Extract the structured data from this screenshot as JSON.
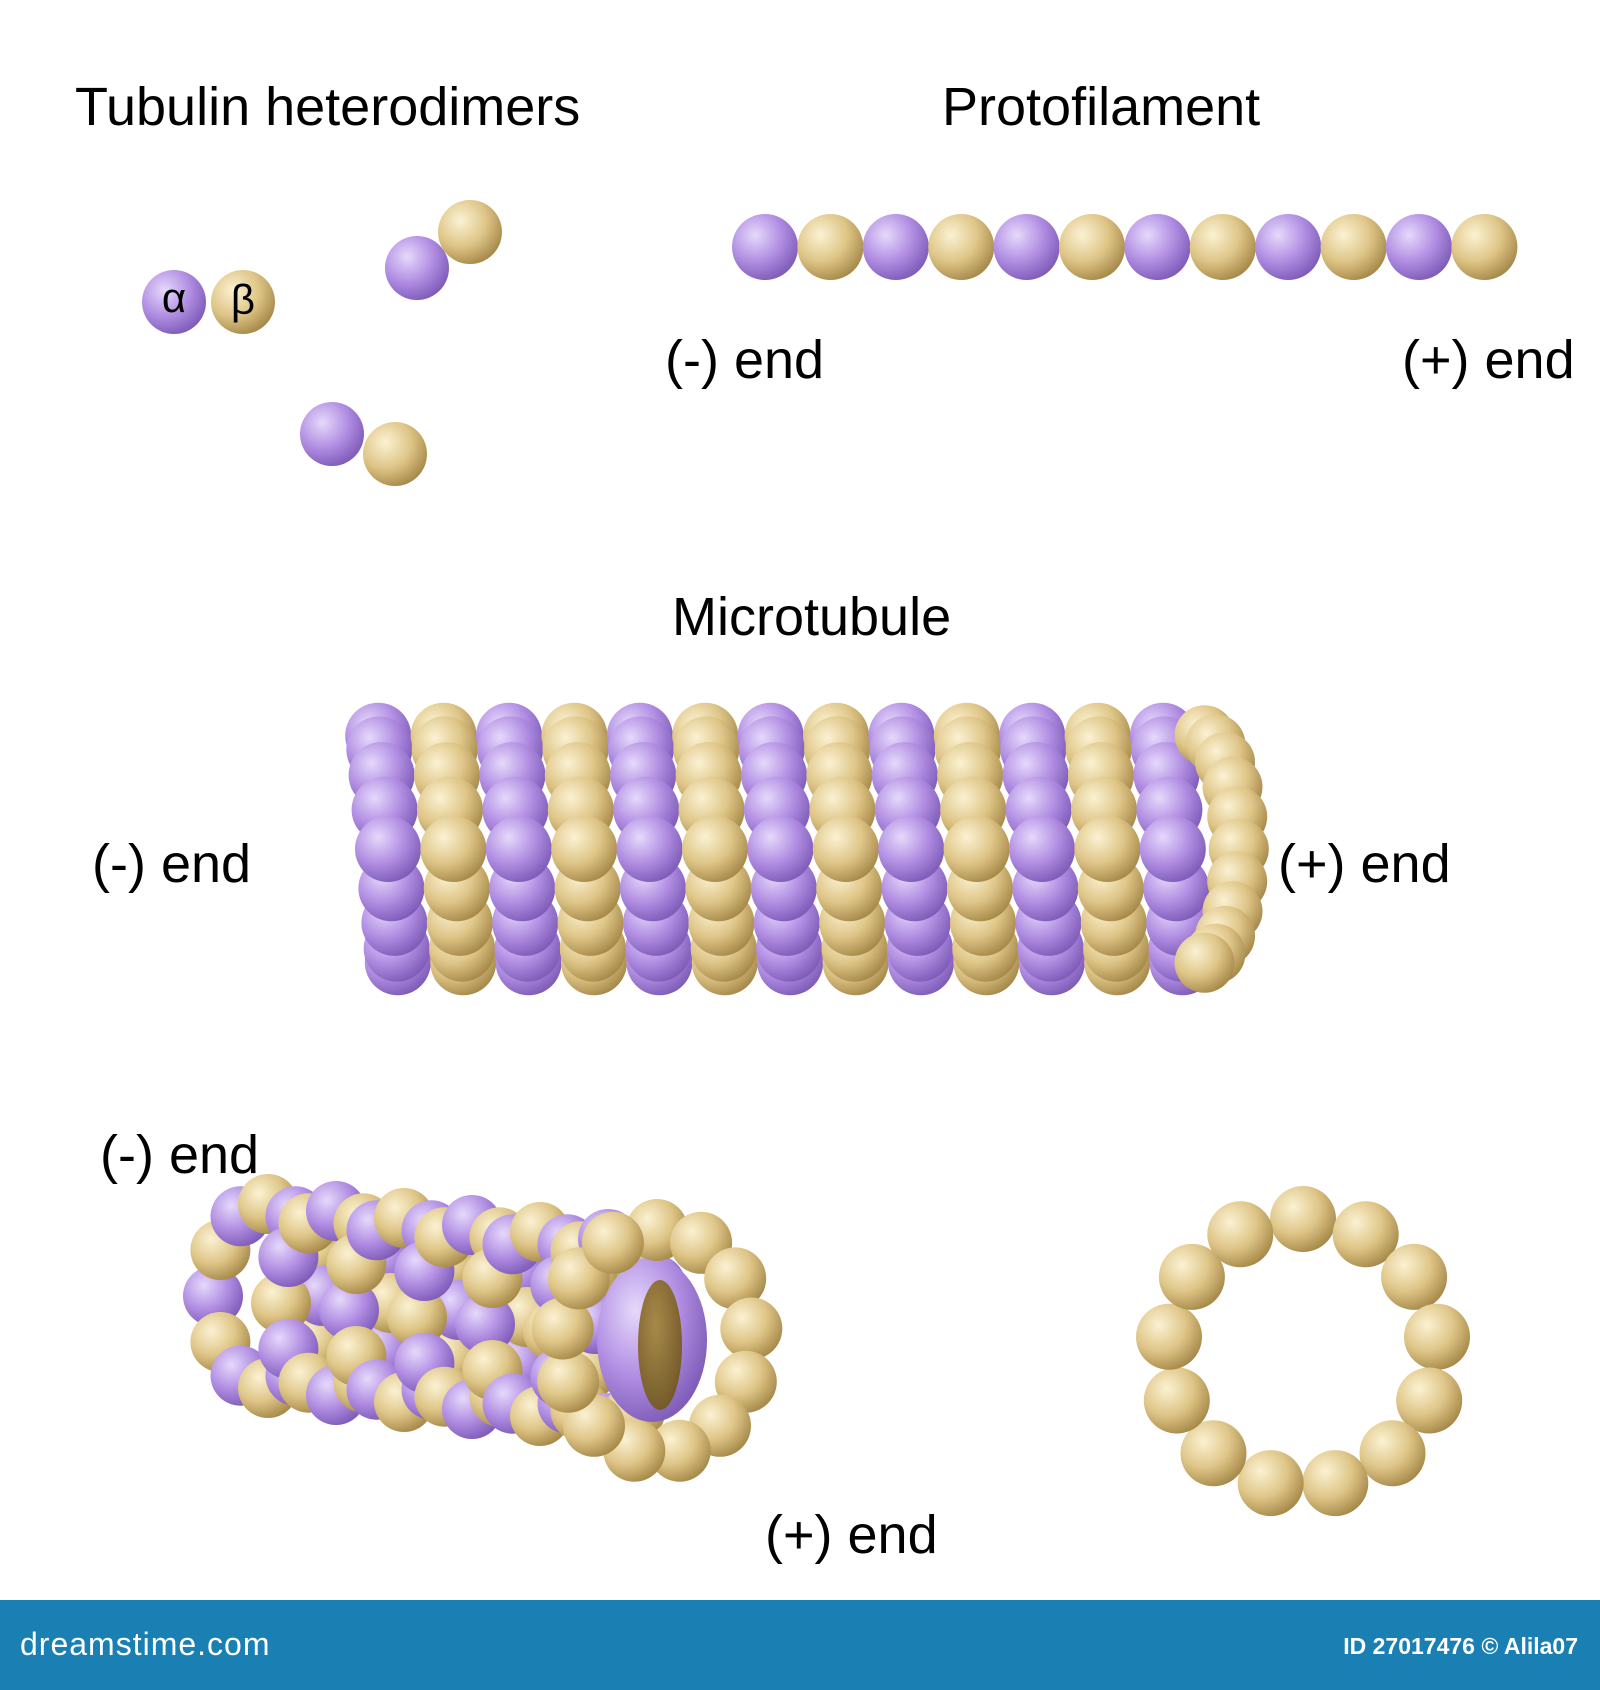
{
  "colors": {
    "alpha": "#b28fe3",
    "alpha_light": "#e6d9fb",
    "alpha_dark": "#7e5cb8",
    "beta": "#dfc688",
    "beta_light": "#fbf2d3",
    "beta_dark": "#a78a4a",
    "footer": "#1a7fb2"
  },
  "heterodimers": {
    "title": "Tubulin heterodimers",
    "alpha_symbol": "α",
    "beta_symbol": "β",
    "dimer_count": 3
  },
  "protofilament": {
    "title": "Protofilament",
    "minus_label": "(-) end",
    "plus_label": "(+) end",
    "subunits": [
      "alpha",
      "beta",
      "alpha",
      "beta",
      "alpha",
      "beta",
      "alpha",
      "beta",
      "alpha",
      "beta",
      "alpha",
      "beta"
    ]
  },
  "microtubule": {
    "title": "Microtubule",
    "minus_label": "(-) end",
    "plus_label": "(+) end"
  },
  "oblique_view": {
    "minus_label": "(-) end",
    "plus_label": "(+) end"
  },
  "cross_section": {
    "protofilament_count": 13,
    "subunit": "beta"
  },
  "footer": {
    "logo": "dreamstime.com",
    "credit": "ID 27017476 © Alila07"
  }
}
